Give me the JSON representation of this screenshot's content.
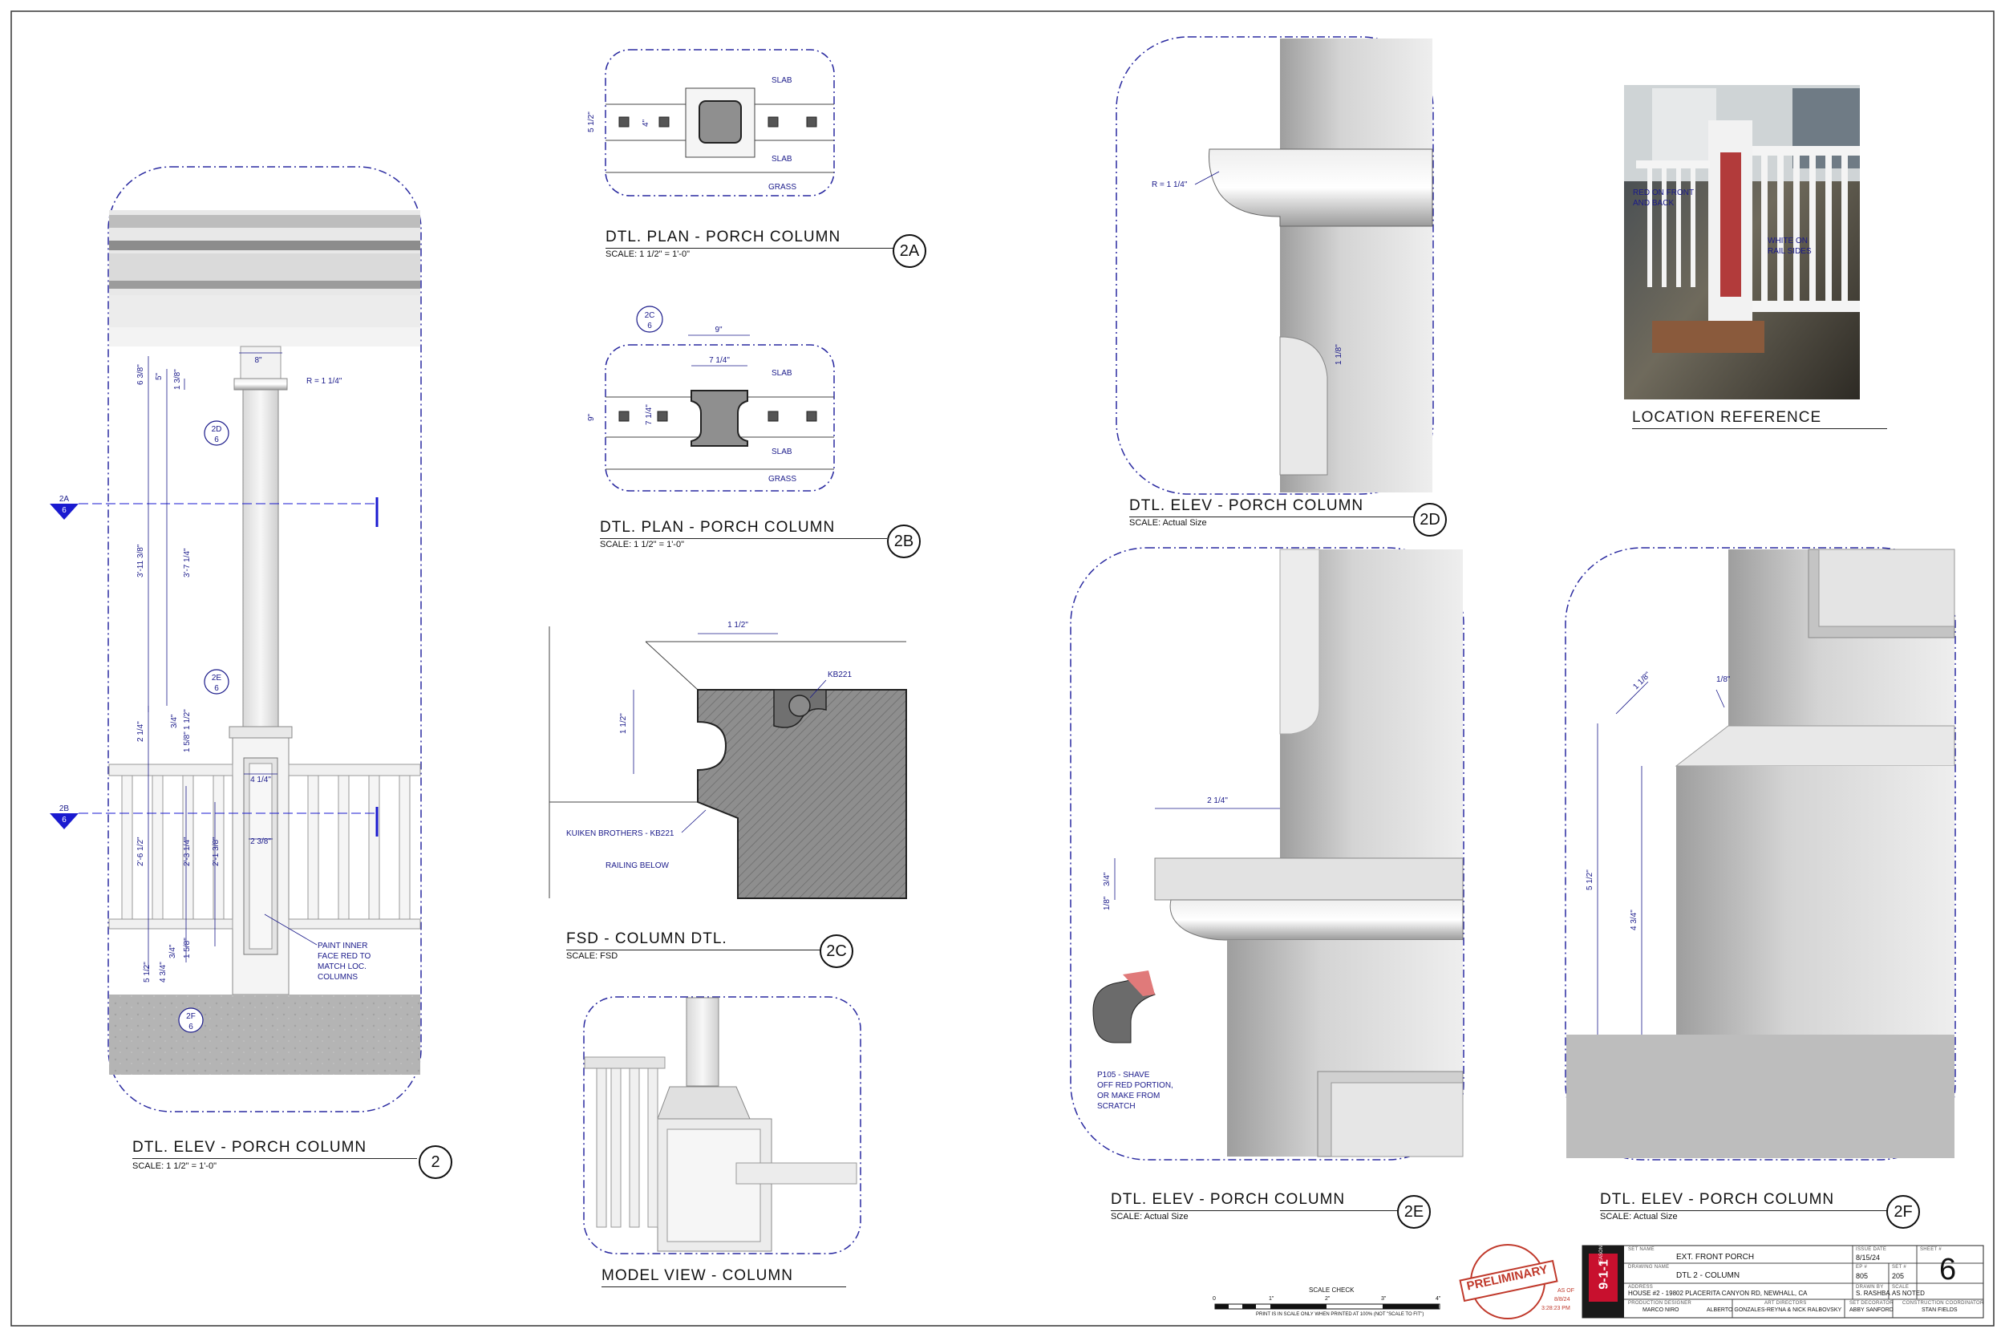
{
  "sheet": {
    "sheet_number": "6",
    "set_name_label": "SET NAME",
    "set_name": "EXT. FRONT PORCH",
    "drawing_name_label": "DRAWING NAME",
    "drawing_name": "DTL 2 - COLUMN",
    "issue_date_label": "ISSUE DATE",
    "issue_date": "8/15/24",
    "ep_label": "EP #",
    "ep": "805",
    "set_num_label": "SET #",
    "set_num": "205",
    "address_label": "ADDRESS",
    "address": "HOUSE #2 - 19802 PLACERITA CANYON RD, NEWHALL, CA",
    "drawn_by_label": "DRAWN BY",
    "drawn_by": "S. RASHBA",
    "scale_label": "SCALE",
    "scale": "AS NOTED",
    "sheet_label": "SHEET #",
    "production_designer_label": "PRODUCTION DESIGNER",
    "production_designer": "MARCO NIRO",
    "art_directors_label": "ART DIRECTORS",
    "art_directors": "ALBERTO GONZALES-REYNA & NICK RALBOVSKY",
    "set_decorator_label": "SET DECORATOR",
    "set_decorator": "ABBY SANFORD",
    "construction_coordinator_label": "CONSTRUCTION COORDINATOR",
    "construction_coordinator": "STAN FIELDS",
    "show_logo": "9-1-1",
    "season": "SEASON 8",
    "stamp": "PRELIMINARY",
    "as_of_label": "AS OF",
    "as_of_date": "8/8/24",
    "as_of_time": "3:28:23 PM",
    "scale_check_label": "SCALE CHECK",
    "scale_check_note": "PRINT IS IN SCALE ONLY WHEN PRINTED AT 100% (NOT \"SCALE TO FIT\")",
    "scale_ticks": [
      "0",
      "1\"",
      "2\"",
      "3\"",
      "4\""
    ]
  },
  "details": {
    "d2": {
      "title": "DTL. ELEV - PORCH COLUMN",
      "scale": "SCALE: 1 1/2\" = 1'-0\"",
      "ref": "2"
    },
    "d2a": {
      "title": "DTL. PLAN - PORCH COLUMN",
      "scale": "SCALE: 1 1/2\" = 1'-0\"",
      "ref": "2A"
    },
    "d2b": {
      "title": "DTL. PLAN - PORCH COLUMN",
      "scale": "SCALE: 1 1/2\" = 1'-0\"",
      "ref": "2B"
    },
    "d2c": {
      "title": "FSD - COLUMN DTL.",
      "scale": "SCALE: FSD",
      "ref": "2C"
    },
    "d2d": {
      "title": "DTL. ELEV - PORCH COLUMN",
      "scale": "SCALE: Actual Size",
      "ref": "2D"
    },
    "d2e": {
      "title": "DTL. ELEV - PORCH COLUMN",
      "scale": "SCALE: Actual Size",
      "ref": "2E"
    },
    "d2f": {
      "title": "DTL. ELEV - PORCH COLUMN",
      "scale": "SCALE: Actual Size",
      "ref": "2F"
    },
    "model": {
      "title": "MODEL VIEW - COLUMN"
    },
    "location": {
      "title": "LOCATION REFERENCE"
    }
  },
  "notes": {
    "paint_inner": [
      "PAINT INNER",
      "FACE RED TO",
      "MATCH LOC.",
      "COLUMNS"
    ],
    "red_front": [
      "RED ON FRONT",
      "AND BACK"
    ],
    "white_rail": [
      "WHITE ON",
      "RAIL SIDES"
    ],
    "kuiken": "KUIKEN BROTHERS - KB221",
    "kb221": "KB221",
    "railing_below": "RAILING BELOW",
    "shave": [
      "P105 - SHAVE",
      "OFF RED PORTION,",
      "OR MAKE FROM",
      "SCRATCH"
    ],
    "slab": "SLAB",
    "grass": "GRASS",
    "radius": "R = 1 1/4\""
  },
  "dims": {
    "d2": {
      "top_width": "8\"",
      "radius": "R = 1 1/4\"",
      "d6_3_8": "6 3/8\"",
      "d5": "5\"",
      "d1_3_8": "1 3/8\"",
      "d3_11_3_8": "3'-11 3/8\"",
      "d3_7_1_4": "3'-7 1/4\"",
      "d2_1_4": "2 1/4\"",
      "d3_4": "3/4\"",
      "d1_1_2": "1 1/2\"",
      "d1_5_8": "1 5/8\"",
      "d4_1_4": "4 1/4\"",
      "d2_6_1_2": "2'-6 1/2\"",
      "d2_3_1_4": "2'-3 1/4\"",
      "d2_1_3_8": "2'-1 3/8\"",
      "d2_3_8": "2 3/8\"",
      "d5_1_2": "5 1/2\"",
      "d4_3_4": "4 3/4\"",
      "d3_4b": "3/4\"",
      "d1_5_8b": "1 5/8\""
    },
    "d2a": {
      "d5_1_2": "5 1/2\"",
      "d4": "4\""
    },
    "d2b": {
      "d9": "9\"",
      "d7_1_4": "7 1/4\"",
      "d9v": "9\"",
      "d7_1_4v": "7 1/4\""
    },
    "d2c": {
      "d1_1_2h": "1 1/2\"",
      "d1_1_2v": "1 1/2\""
    },
    "d2d": {
      "radius": "R = 1 1/4\"",
      "d1_1_8": "1 1/8\""
    },
    "d2e": {
      "d2_1_4": "2 1/4\"",
      "d3_4": "3/4\"",
      "d1_8": "1/8\""
    },
    "d2f": {
      "d1_1_8": "1 1/8\"",
      "d1_8": "1/8\"",
      "d5_1_2": "5 1/2\"",
      "d4_3_4": "4 3/4\""
    }
  },
  "refs": {
    "r2d": [
      "2D",
      "6"
    ],
    "r2e": [
      "2E",
      "6"
    ],
    "r2f": [
      "2F",
      "6"
    ],
    "r2c": [
      "2C",
      "6"
    ],
    "r2a": [
      "2A",
      "6"
    ],
    "r2b": [
      "2B",
      "6"
    ]
  }
}
